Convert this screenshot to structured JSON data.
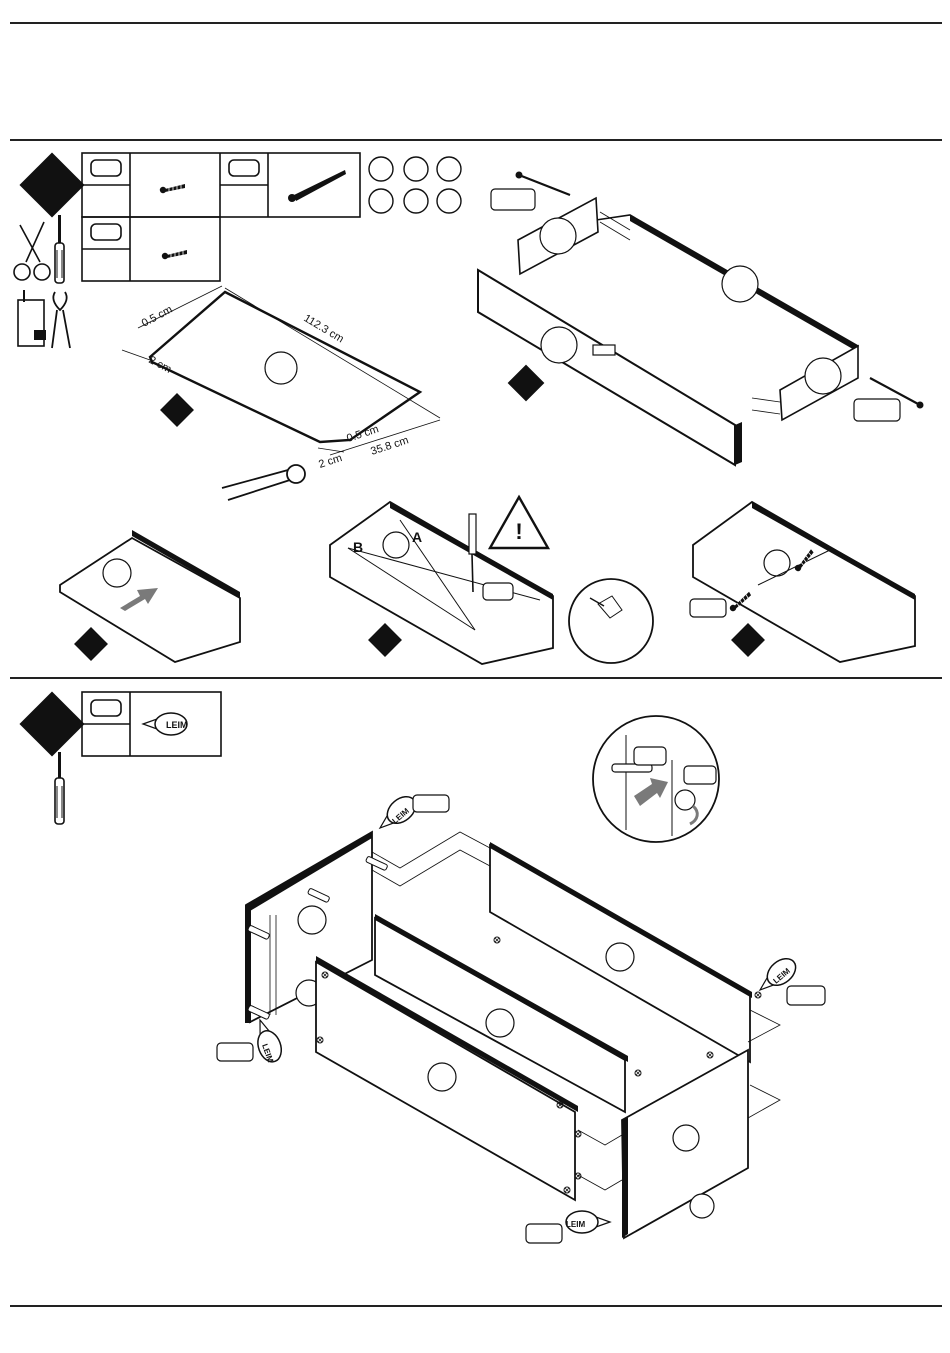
{
  "steps": {
    "step1": {
      "dimensions": {
        "thickness_top": "0.5 cm",
        "length": "112.3 cm",
        "bevel_left": "2 cm",
        "thickness_bottom": "0.5 cm",
        "width": "35.8 cm",
        "bevel_bottom": "2 cm"
      }
    },
    "step2": {
      "glue_text": "LEIM"
    }
  },
  "warning_symbol": "!",
  "icons": [
    "diamond-step-marker",
    "scissors-icon",
    "screwdriver-icon",
    "tape-measure-icon",
    "pliers-icon",
    "screw-icon",
    "dowel-icon",
    "glue-bottle-icon",
    "warning-triangle-icon"
  ],
  "colors": {
    "line": "#111111",
    "arrow_fill": "#7a7a7a",
    "background": "#ffffff"
  }
}
